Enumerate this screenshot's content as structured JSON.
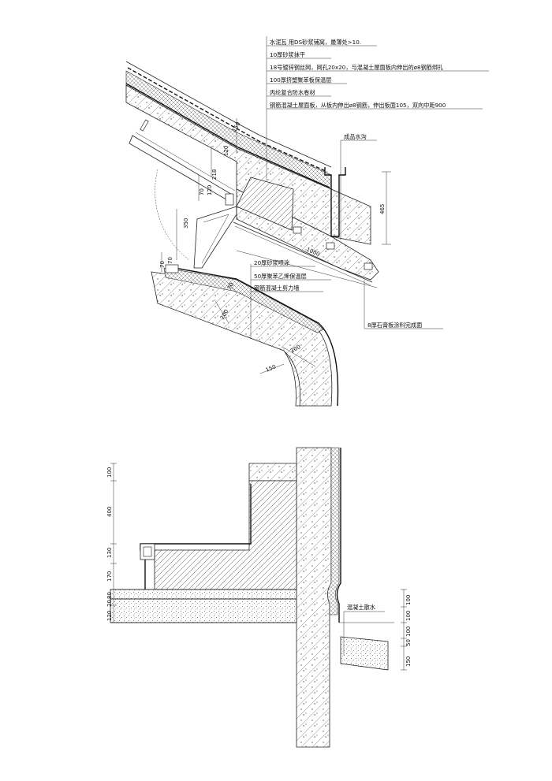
{
  "upper_notes": {
    "roof": [
      "水泥瓦 用DS砂浆铺窝，最薄处>10.",
      "10厚砂浆抹平",
      "18号镀锌钢丝网，网孔20x20，与混凝土屋面板内伸出的ø8钢筋绑扎",
      "100厚挤塑聚苯板保温层",
      "丙纶复合防水卷材",
      "钢筋混凝土屋面板，从板内伸出ø8钢筋，伸出板面105，双向中距900"
    ],
    "gutter": "成品水沟",
    "wall": [
      "20厚砂浆喷涂",
      "50厚聚苯乙烯保温层",
      "钢筋混凝土剪力墙"
    ],
    "soffit": "8厚石膏板涂料完成面"
  },
  "upper_dims": {
    "d150a": "150",
    "d120": "120",
    "d218": "218",
    "d70a": "70",
    "d120b": "120",
    "d350": "350",
    "d70b": "70",
    "d70c": "70",
    "d1000": "1000",
    "d465": "465",
    "d70d": "70",
    "d200a": "200",
    "d200b": "200",
    "d150b": "150"
  },
  "lower_dims": {
    "left": [
      "100",
      "400",
      "130",
      "170",
      "80",
      "20",
      "120"
    ],
    "right": [
      "100",
      "100",
      "100",
      "50",
      "150"
    ]
  },
  "lower_notes": {
    "apron": "混凝土散水"
  }
}
